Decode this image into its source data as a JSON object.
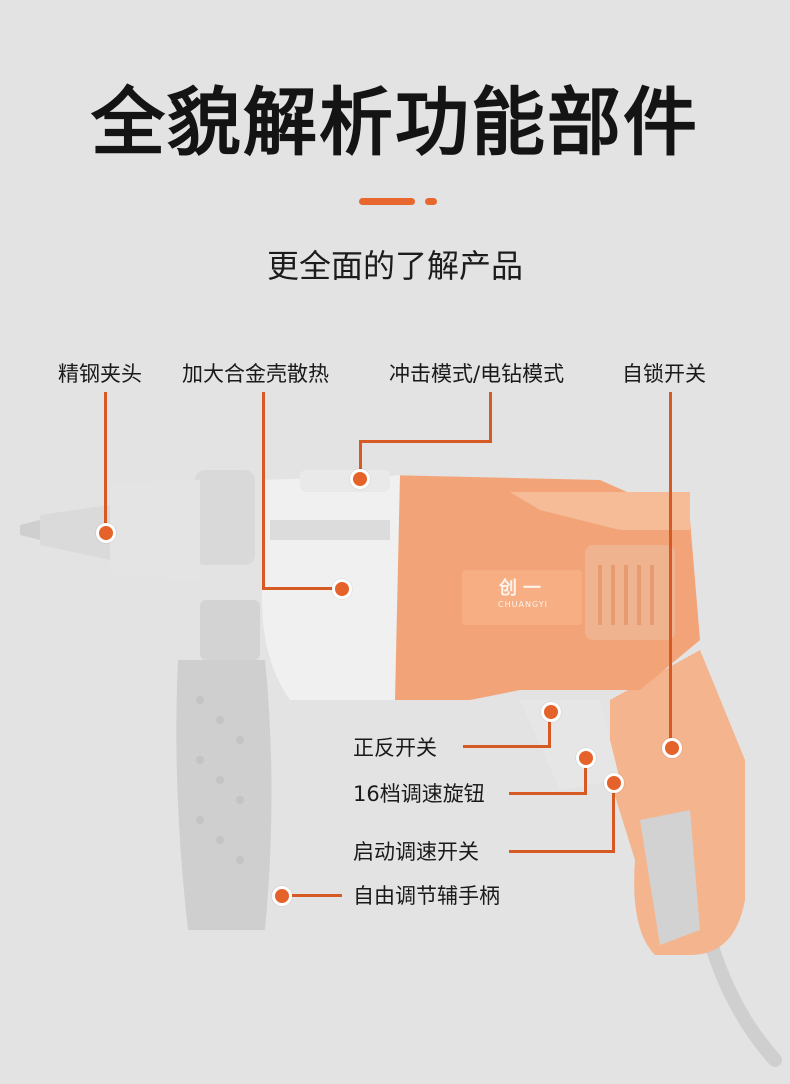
{
  "header": {
    "title": "全貌解析功能部件",
    "subtitle": "更全面的了解产品"
  },
  "product": {
    "brand_logo": "创一",
    "brand_sub": "CHUANGYI"
  },
  "callouts": {
    "chuck": "精钢夹头",
    "housing": "加大合金壳散热",
    "mode": "冲击模式/电钻模式",
    "lock": "自锁开关",
    "reverse": "正反开关",
    "speed_knob": "16档调速旋钮",
    "trigger": "启动调速开关",
    "handle": "自由调节辅手柄"
  },
  "colors": {
    "accent": "#e8672e",
    "drill_orange": "#f2a478",
    "background": "#e3e3e3"
  }
}
